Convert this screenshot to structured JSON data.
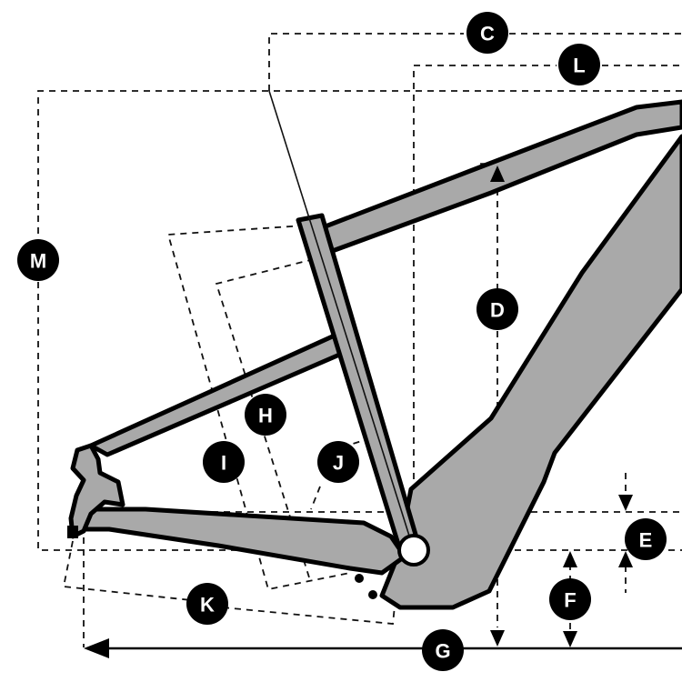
{
  "diagram": {
    "labels": {
      "C": "C",
      "L": "L",
      "M": "M",
      "D": "D",
      "H": "H",
      "I": "I",
      "J": "J",
      "E": "E",
      "F": "F",
      "K": "K",
      "G": "G"
    },
    "colors": {
      "frame_fill": "#a9a9a9",
      "outline": "#000000",
      "badge": "#000000",
      "badge_text": "#ffffff",
      "background": "#ffffff"
    }
  }
}
